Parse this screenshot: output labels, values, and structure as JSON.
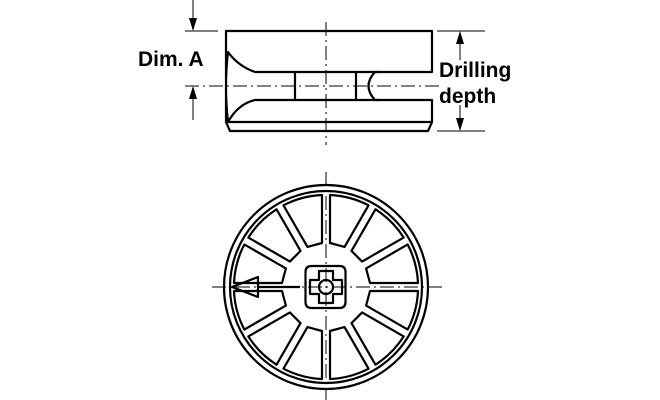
{
  "labels": {
    "dim_a": "Dim. A",
    "drilling_line1": "Drilling",
    "drilling_line2": "depth"
  },
  "colors": {
    "line": "#000000",
    "background": "#ffffff"
  }
}
